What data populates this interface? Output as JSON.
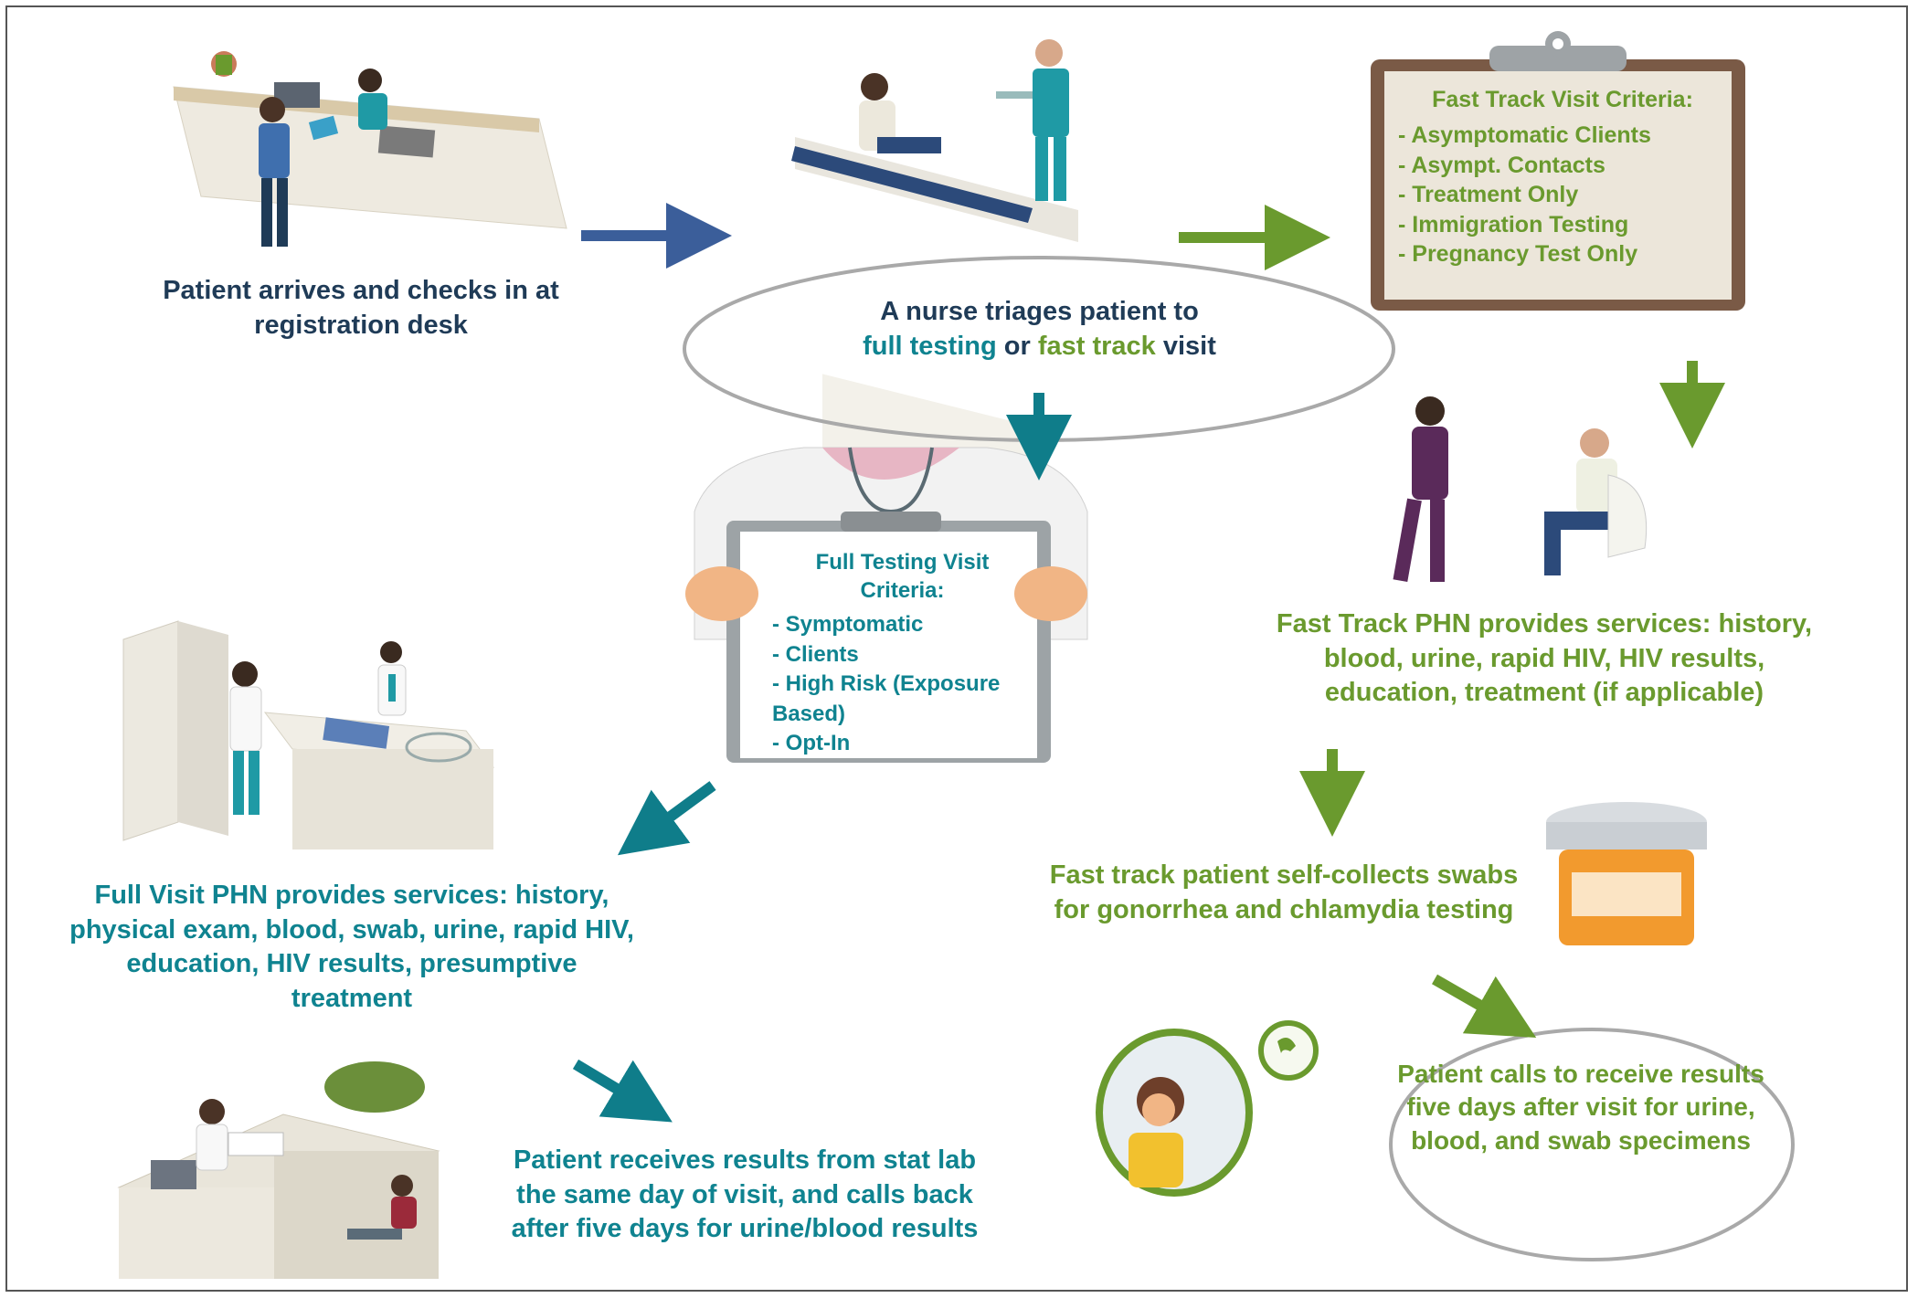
{
  "steps": {
    "registration": "Patient arrives and checks in at registration desk",
    "triage_line1": "A nurse triages patient to",
    "triage_full": "full testing",
    "triage_or": "or",
    "triage_fast": "fast track",
    "triage_visit": "visit",
    "fast_track_phn": "Fast Track PHN provides services: history, blood, urine, rapid HIV, HIV results, education, treatment (if applicable)",
    "self_collect": "Fast track patient self-collects swabs for gonorrhea and chlamydia testing",
    "patient_calls": "Patient calls to receive results five days after visit for urine, blood, and swab specimens",
    "full_visit_phn": "Full Visit PHN provides services: history, physical exam, blood, swab, urine, rapid HIV, education, HIV results, presumptive treatment",
    "stat_results": "Patient receives results from stat lab the same day of visit, and calls back after five days for urine/blood results"
  },
  "fast_track_criteria": {
    "title": "Fast Track Visit Criteria:",
    "items": [
      "Asymptomatic Clients",
      "Asympt. Contacts",
      "Treatment Only",
      "Immigration Testing",
      "Pregnancy Test Only"
    ]
  },
  "full_testing_criteria": {
    "title": "Full Testing Visit Criteria:",
    "items": [
      "Symptomatic",
      "Clients",
      "High Risk (Exposure Based)",
      "Opt-In"
    ]
  },
  "colors": {
    "navy": "#1f3b57",
    "teal": "#0f8390",
    "green": "#6a9a2e",
    "arrow_blue": "#3b5e9a",
    "arrow_teal": "#0f7d8a",
    "arrow_green": "#6a9a2e"
  }
}
